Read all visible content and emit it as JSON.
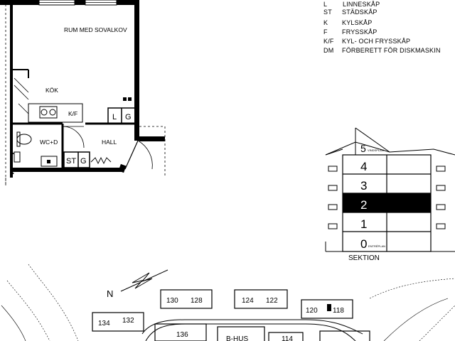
{
  "legend": [
    {
      "code": "L",
      "label": "LINNESKÅP"
    },
    {
      "code": "ST",
      "label": "STÄDSKÅP"
    },
    {
      "code": "K",
      "label": "KYLSKÅP"
    },
    {
      "code": "F",
      "label": "FRYSSKÅP"
    },
    {
      "code": "K/F",
      "label": "KYL- OCH FRYSSKÅP"
    },
    {
      "code": "DM",
      "label": "FÖRBERETT FÖR DISKMASKIN"
    }
  ],
  "floorplan": {
    "room_main": "RUM MED SOVALKOV",
    "kitchen": "KÖK",
    "kitchen_kf": "K/F",
    "wc": "WC+D",
    "hall": "HALL",
    "cab_l": "L",
    "cab_g": "G",
    "cab_st": "ST",
    "cab_g2": "G"
  },
  "section": {
    "title": "SEKTION",
    "floors": [
      "5",
      "4",
      "3",
      "2",
      "1",
      "0"
    ],
    "floor5_sub": "VINDSPLAN",
    "floor0_sub": "ENTRÉPLAN",
    "highlighted_floor": "2"
  },
  "siteplan": {
    "north": "N",
    "buildings": [
      "134",
      "132",
      "130",
      "128",
      "124",
      "122",
      "120",
      "118",
      "136",
      "114"
    ],
    "partial": "B-HUS"
  }
}
